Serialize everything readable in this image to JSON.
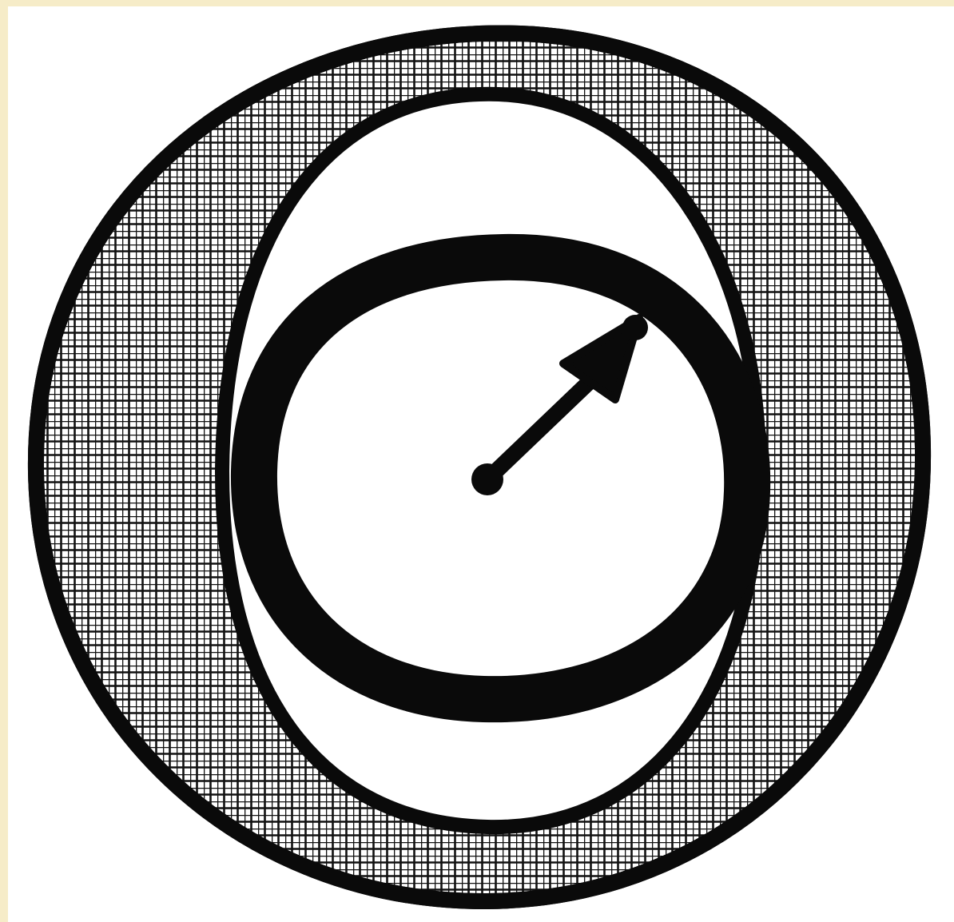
{
  "diagram": {
    "kind": "ink-sketch",
    "elements": [
      {
        "name": "outer-ring",
        "fill": "crosshatch"
      },
      {
        "name": "inner-oval",
        "fill": "white"
      },
      {
        "name": "dial-ring",
        "fill": "none"
      },
      {
        "name": "pointer-arrow",
        "direction": "up-right"
      }
    ]
  },
  "colors": {
    "ink": "#0a0a0a",
    "paper": "#ffffff",
    "edge_tint": "#f6ecc8"
  }
}
